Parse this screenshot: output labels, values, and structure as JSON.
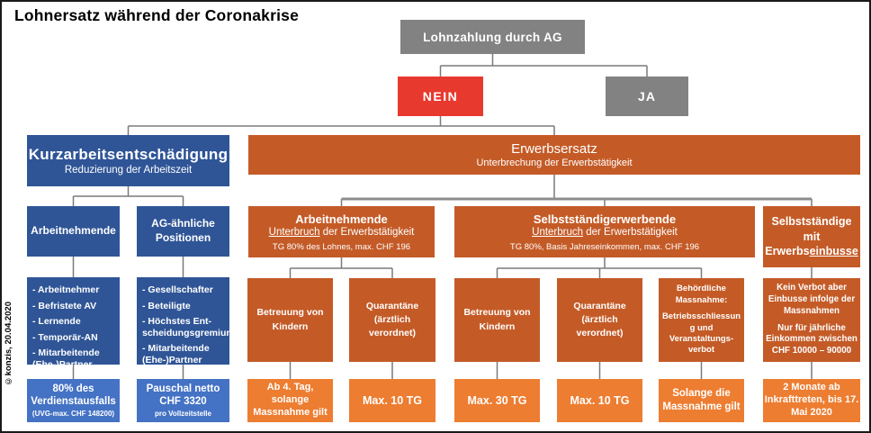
{
  "title": "Lohnersatz während der Coronakrise",
  "watermark": "©konzis, 20.04.2020",
  "root": {
    "label": "Lohnzahlung durch AG"
  },
  "decision": {
    "no": "NEIN",
    "yes": "JA"
  },
  "kurzarbeit": {
    "title": "Kurzarbeitsentschädigung",
    "subtitle": "Reduzierung der Arbeitszeit",
    "columns": [
      {
        "header": "Arbeitnehmende",
        "items": [
          "- Arbeitnehmer",
          "- Befristete AV",
          "- Lernende",
          "- Temporär-AN",
          "- Mitarbeitende (Ehe-)Partner"
        ],
        "result": "80% des Verdienstausfalls",
        "result_note": "(UVG-max. CHF 148200)"
      },
      {
        "header": "AG-ähnliche Positionen",
        "items": [
          "- Gesellschafter",
          "- Beteiligte",
          "- Höchstes Ent-scheidungsgremium",
          "- Mitarbeitende (Ehe-)Partner"
        ],
        "result": "Pauschal netto CHF 3320",
        "result_note": "pro Vollzeitstelle"
      }
    ]
  },
  "erwerbsersatz": {
    "title": "Erwerbsersatz",
    "subtitle": "Unterbrechung der Erwerbstätigkeit",
    "groups": [
      {
        "header": "Arbeitnehmende",
        "sub_underlined": "Unterbruch",
        "sub_rest": " der Erwerbstätigkeit",
        "detail": "TG 80% des Lohnes, max. CHF 196"
      },
      {
        "header": "Selbstständigerwerbende",
        "sub_underlined": "Unterbruch",
        "sub_rest": " der Erwerbstätigkeit",
        "detail": "TG 80%, Basis Jahreseinkommen, max. CHF 196"
      },
      {
        "header_line1": "Selbstständige",
        "header_line2": "mit",
        "header_line3_prefix": "Erwerbs",
        "header_line3_underlined": "einbusse"
      }
    ],
    "cases": [
      {
        "label": "Betreuung von Kindern",
        "result": "Ab 4. Tag, solange Massnahme gilt"
      },
      {
        "label": "Quarantäne (ärztlich verordnet)",
        "result": "Max. 10 TG"
      },
      {
        "label": "Betreuung von Kindern",
        "result": "Max. 30 TG"
      },
      {
        "label": "Quarantäne (ärztlich verordnet)",
        "result": "Max. 10 TG"
      },
      {
        "label_bold": "Behördliche Massnahme:",
        "label": "Betriebsschliessung und Veranstaltungs-verbot",
        "result": "Solange die Massnahme gilt"
      },
      {
        "label_bold": "Kein Verbot aber Einbusse infolge der Massnahmen",
        "label": "Nur für jährliche Einkommen zwischen CHF 10000 – 90000",
        "result": "2 Monate ab Inkrafttreten, bis 17. Mai 2020"
      }
    ]
  },
  "colors": {
    "dark_blue": "#2F5597",
    "light_blue": "#4472C4",
    "dark_orange": "#C45B27",
    "light_orange": "#ED7D31",
    "gray": "#828282",
    "red": "#E8392F",
    "connector_gray": "#7A7A7A"
  }
}
